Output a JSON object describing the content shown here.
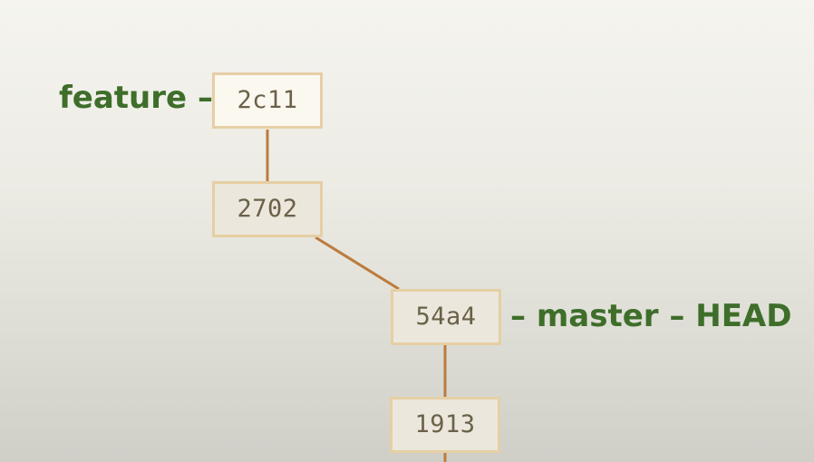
{
  "diagram": {
    "commits": [
      {
        "id": "2c11"
      },
      {
        "id": "2702"
      },
      {
        "id": "54a4"
      },
      {
        "id": "1913"
      }
    ],
    "labels": {
      "feature": {
        "name": "feature",
        "separator": "–"
      },
      "master": {
        "separator_left": "–",
        "name": "master",
        "separator_mid": "–",
        "head": "HEAD"
      }
    },
    "colors": {
      "edge": "#bd7b3e",
      "box_border": "#e5cfa4",
      "label_text": "#3e6e2a",
      "commit_text": "#6b6149"
    }
  }
}
